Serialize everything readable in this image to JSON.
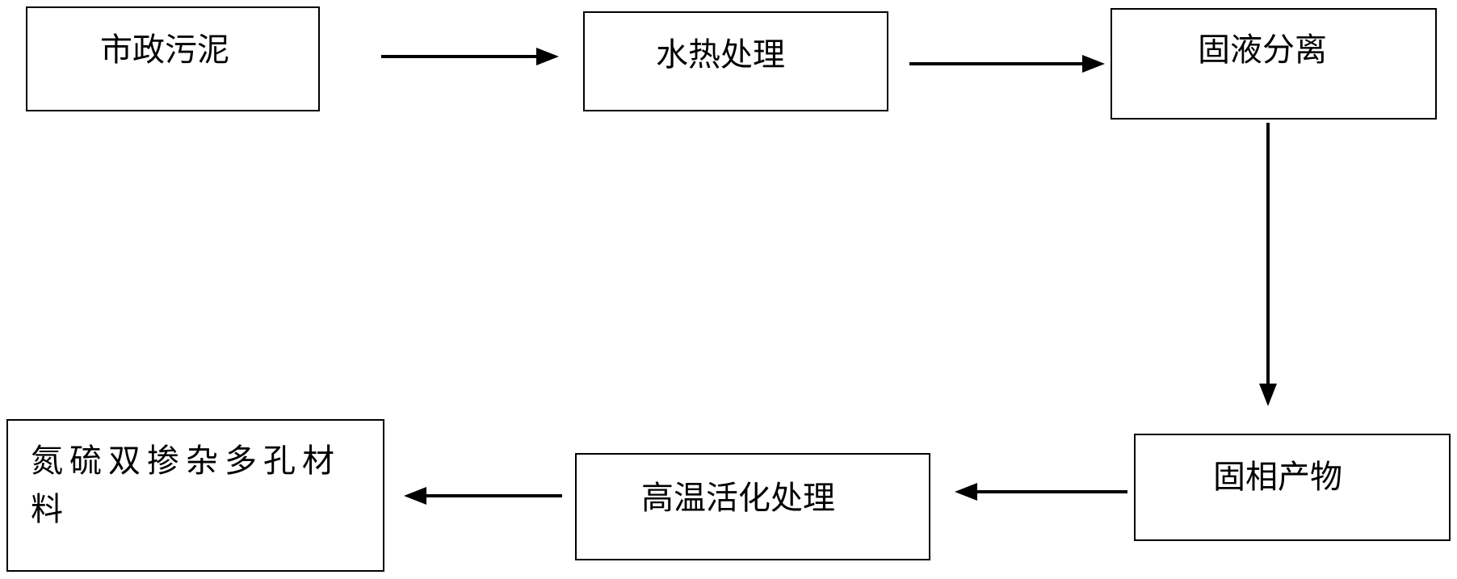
{
  "nodes": {
    "municipal_sludge": "市政污泥",
    "hydrothermal_treatment": "水热处理",
    "solid_liquid_separation": "固液分离",
    "solid_phase_product": "固相产物",
    "high_temp_activation": "高温活化处理",
    "nitrogen_sulfur_porous_material": "氮硫双掺杂多孔材料"
  },
  "colors": {
    "stroke": "#000000",
    "background": "#ffffff"
  }
}
